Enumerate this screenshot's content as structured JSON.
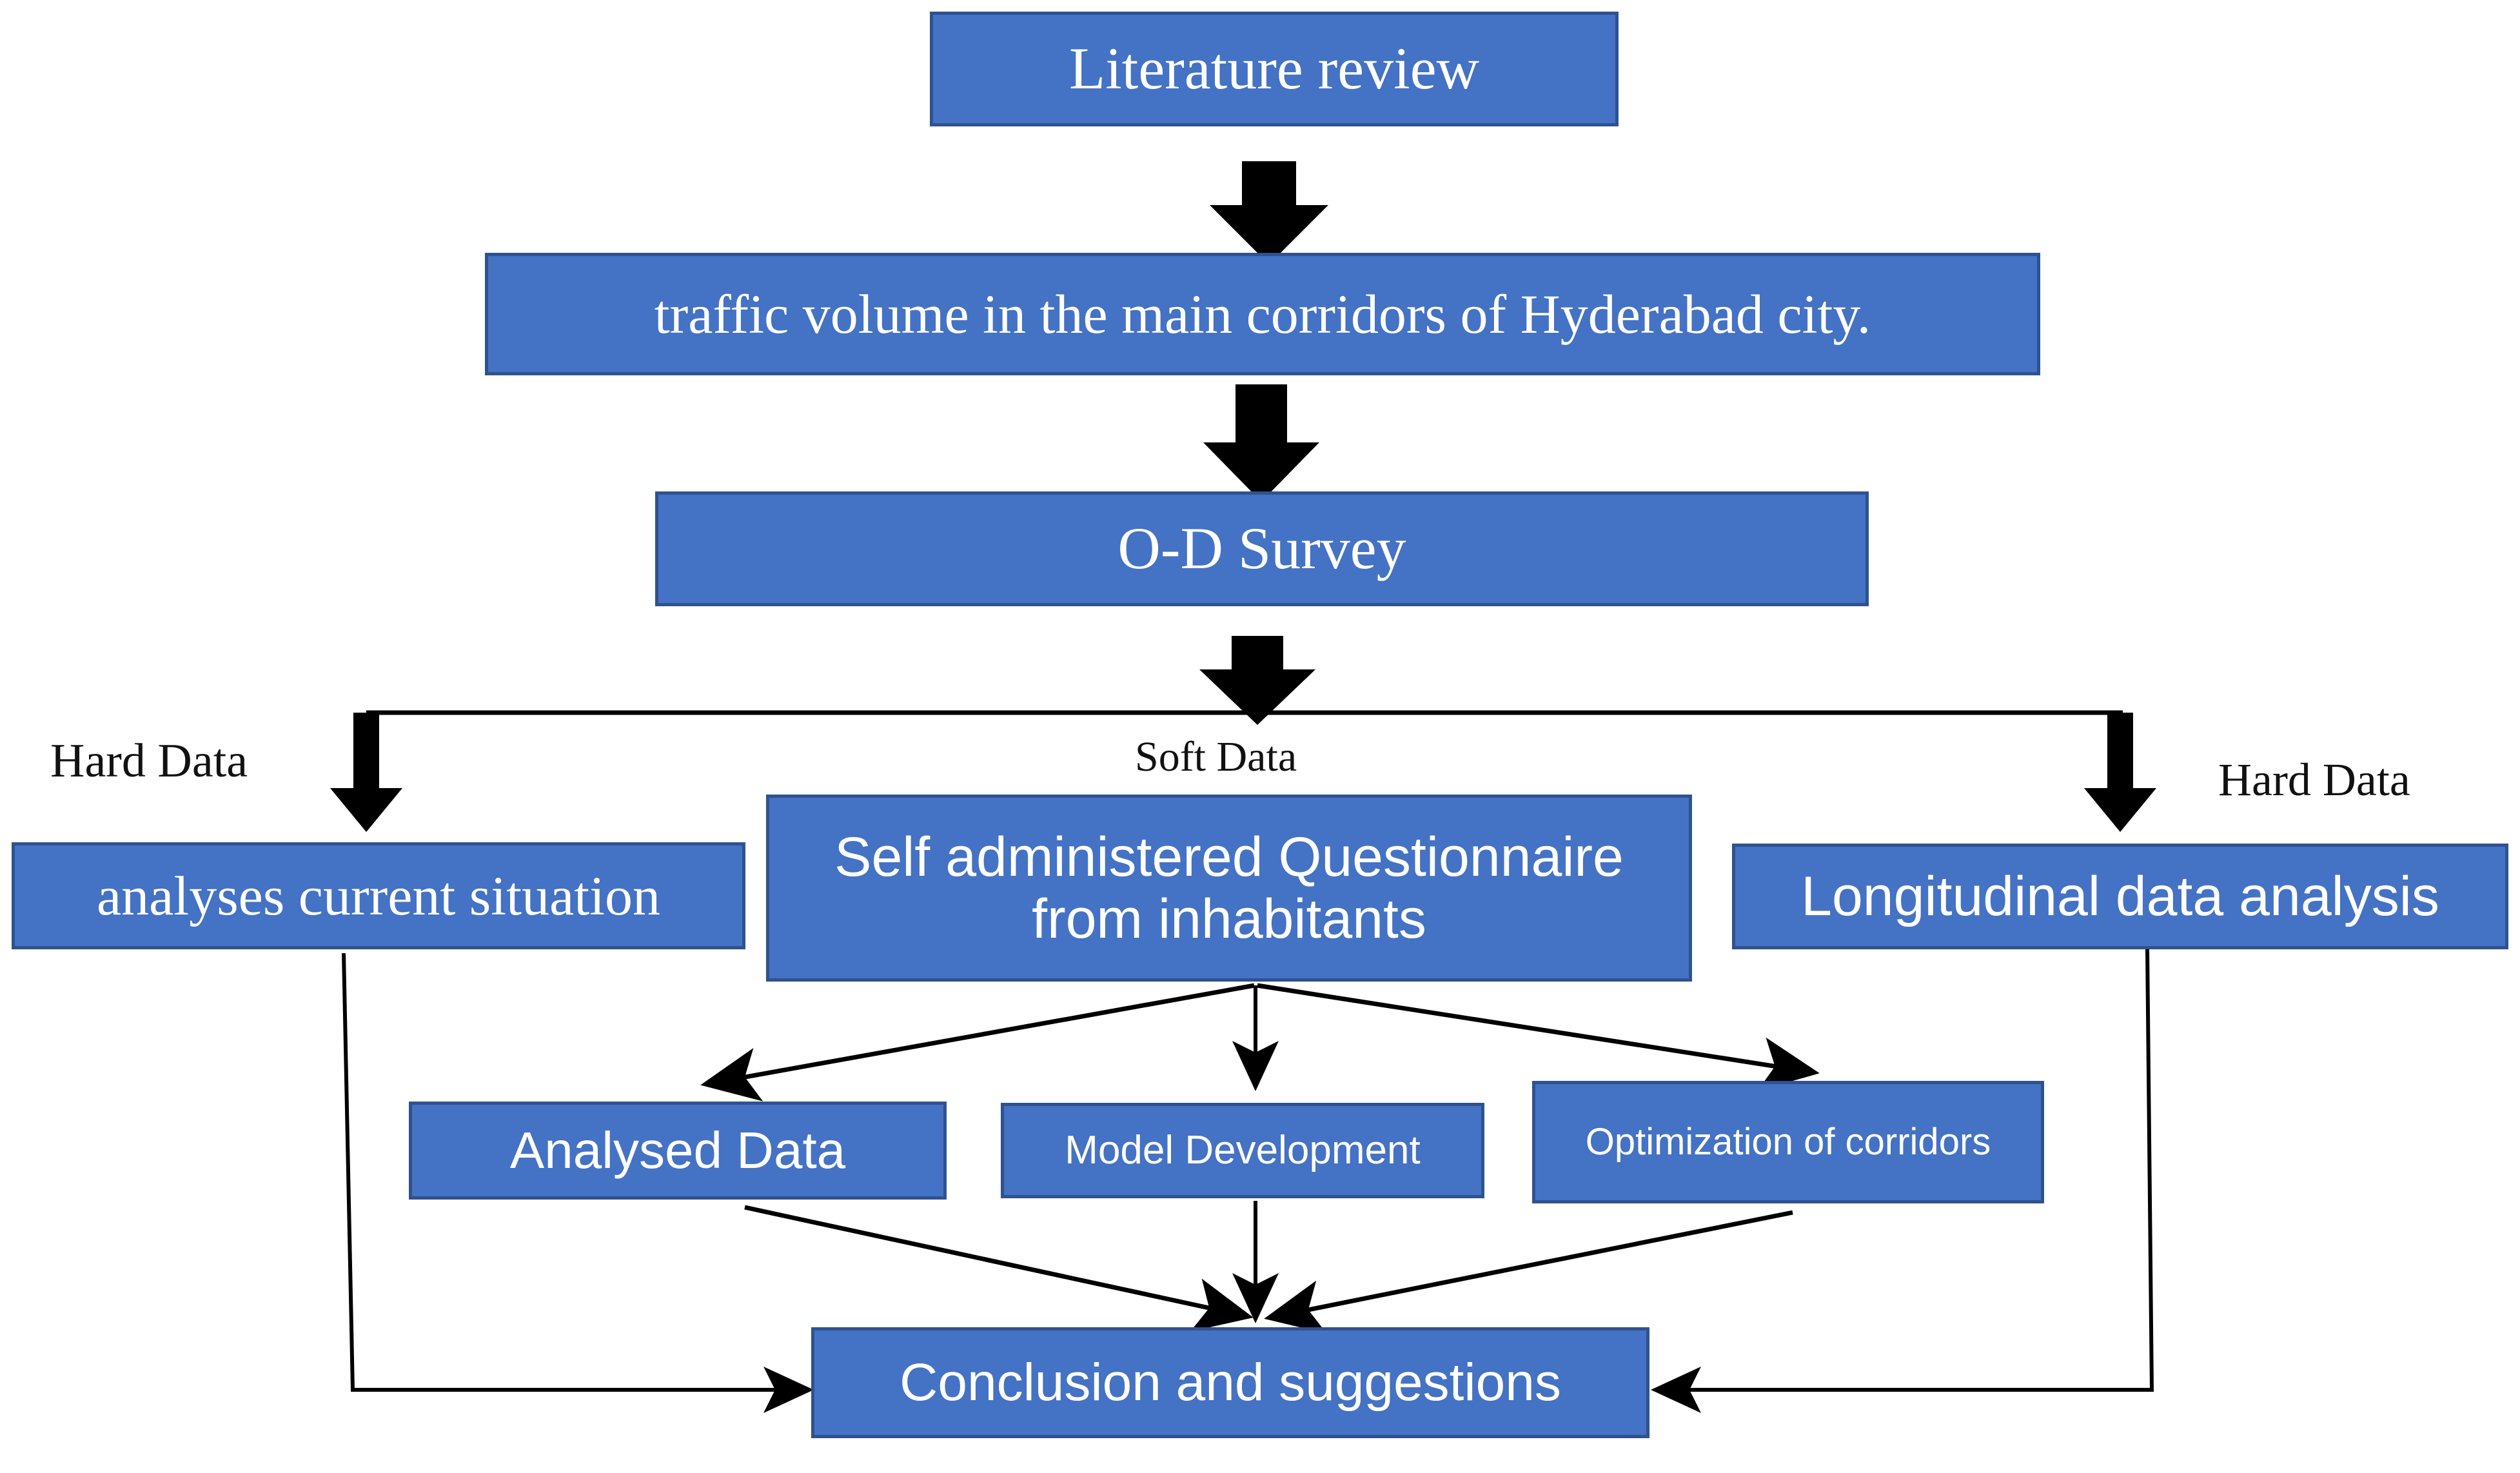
{
  "diagram": {
    "title": "Research methodology flowchart",
    "colors": {
      "node_fill": "#4472C4",
      "node_border": "#2F528F",
      "node_text": "#FFFFFF",
      "connector": "#000000",
      "background": "#FFFFFF"
    },
    "nodes": [
      {
        "id": "literature",
        "label": "Literature review"
      },
      {
        "id": "traffic",
        "label": "traffic volume in the main corridors of Hyderabad city."
      },
      {
        "id": "odsurvey",
        "label": "O-D Survey"
      },
      {
        "id": "analyses",
        "label": "analyses current situation"
      },
      {
        "id": "questionnaire",
        "label": "Self administered Questionnaire from inhabitants"
      },
      {
        "id": "longitudinal",
        "label": "Longitudinal data analysis"
      },
      {
        "id": "analysed",
        "label": "Analysed Data"
      },
      {
        "id": "model",
        "label": "Model Development"
      },
      {
        "id": "optimization",
        "label": "Optimization of corridors"
      },
      {
        "id": "conclusion",
        "label": "Conclusion and suggestions"
      }
    ],
    "branch_labels": [
      {
        "id": "hard-left",
        "label": "Hard Data"
      },
      {
        "id": "soft",
        "label": "Soft  Data"
      },
      {
        "id": "hard-right",
        "label": "Hard Data"
      }
    ],
    "edges": [
      {
        "from": "literature",
        "to": "traffic",
        "style": "block-arrow"
      },
      {
        "from": "traffic",
        "to": "odsurvey",
        "style": "block-arrow"
      },
      {
        "from": "odsurvey",
        "to": "branch-bus",
        "style": "block-arrow"
      },
      {
        "from": "branch-bus",
        "to": "analyses",
        "style": "thick-arrow"
      },
      {
        "from": "branch-bus",
        "to": "longitudinal",
        "style": "thick-arrow"
      },
      {
        "from": "questionnaire",
        "to": "analysed",
        "style": "thin-arrow"
      },
      {
        "from": "questionnaire",
        "to": "model",
        "style": "thin-arrow"
      },
      {
        "from": "questionnaire",
        "to": "optimization",
        "style": "thin-arrow"
      },
      {
        "from": "analysed",
        "to": "conclusion",
        "style": "thin-arrow"
      },
      {
        "from": "model",
        "to": "conclusion",
        "style": "thin-arrow"
      },
      {
        "from": "optimization",
        "to": "conclusion",
        "style": "thin-arrow"
      },
      {
        "from": "analyses",
        "to": "conclusion",
        "style": "thin-arrow-elbow"
      },
      {
        "from": "longitudinal",
        "to": "conclusion",
        "style": "thin-arrow-elbow"
      }
    ]
  }
}
